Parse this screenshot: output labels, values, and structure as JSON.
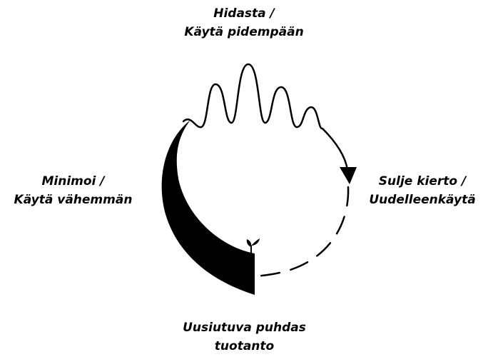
{
  "labels": {
    "top": {
      "line1": "Hidasta /",
      "line2": "Käytä pidempään"
    },
    "left": {
      "line1": "Minimoi /",
      "line2": "Käytä vähemmän"
    },
    "right": {
      "line1": "Sulje kierto /",
      "line2": "Uudelleenkäytä"
    },
    "bottom": {
      "line1": "Uusiutuva puhdas",
      "line2": "tuotanto"
    }
  },
  "colors": {
    "ink": "#000000",
    "background": "#ffffff"
  },
  "icons": [
    "wavy-hand-line",
    "arrowhead",
    "sprout-icon"
  ]
}
